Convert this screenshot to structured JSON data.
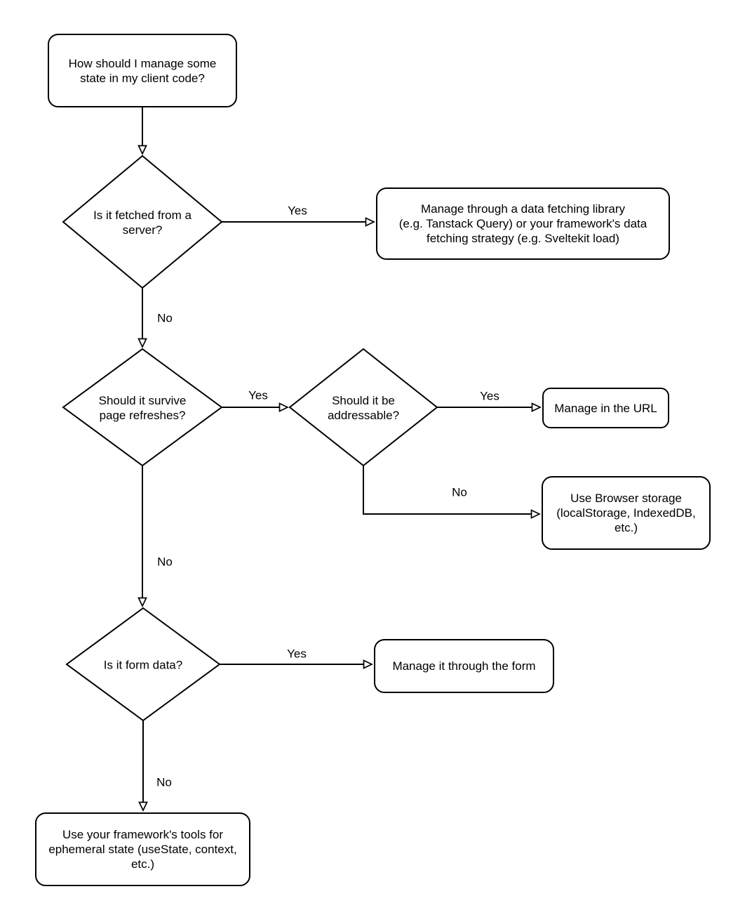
{
  "diagram": {
    "type": "flowchart",
    "topic": "How should I manage some state in my client code?",
    "colors": {
      "background": "#ffffff",
      "stroke": "#000000",
      "text": "#000000",
      "node_fill": "#ffffff"
    },
    "nodes": {
      "start": {
        "shape": "rounded-rectangle",
        "label": "How should I manage some\nstate in my client code?"
      },
      "fetched_from_server": {
        "shape": "diamond",
        "label": "Is it fetched from a\nserver?"
      },
      "fetch_library": {
        "shape": "rounded-rectangle",
        "label": "Manage through a data fetching library\n(e.g. Tanstack Query) or your framework's data\nfetching strategy (e.g. Sveltekit load)"
      },
      "survive_refreshes": {
        "shape": "diamond",
        "label": "Should it survive\npage refreshes?"
      },
      "addressable": {
        "shape": "diamond",
        "label": "Should it be\naddressable?"
      },
      "manage_url": {
        "shape": "rounded-rectangle",
        "label": "Manage in the URL"
      },
      "browser_storage": {
        "shape": "rounded-rectangle",
        "label": "Use Browser storage\n(localStorage, IndexedDB,\netc.)"
      },
      "form_data": {
        "shape": "diamond",
        "label": "Is it form data?"
      },
      "manage_form": {
        "shape": "rounded-rectangle",
        "label": "Manage it through the form"
      },
      "ephemeral_tools": {
        "shape": "rounded-rectangle",
        "label": "Use your framework's tools for\nephemeral state (useState, context,\netc.)"
      }
    },
    "edge_labels": {
      "fetched_yes": "Yes",
      "fetched_no": "No",
      "survive_yes": "Yes",
      "survive_no": "No",
      "addressable_yes": "Yes",
      "addressable_no": "No",
      "form_yes": "Yes",
      "form_no": "No"
    }
  }
}
